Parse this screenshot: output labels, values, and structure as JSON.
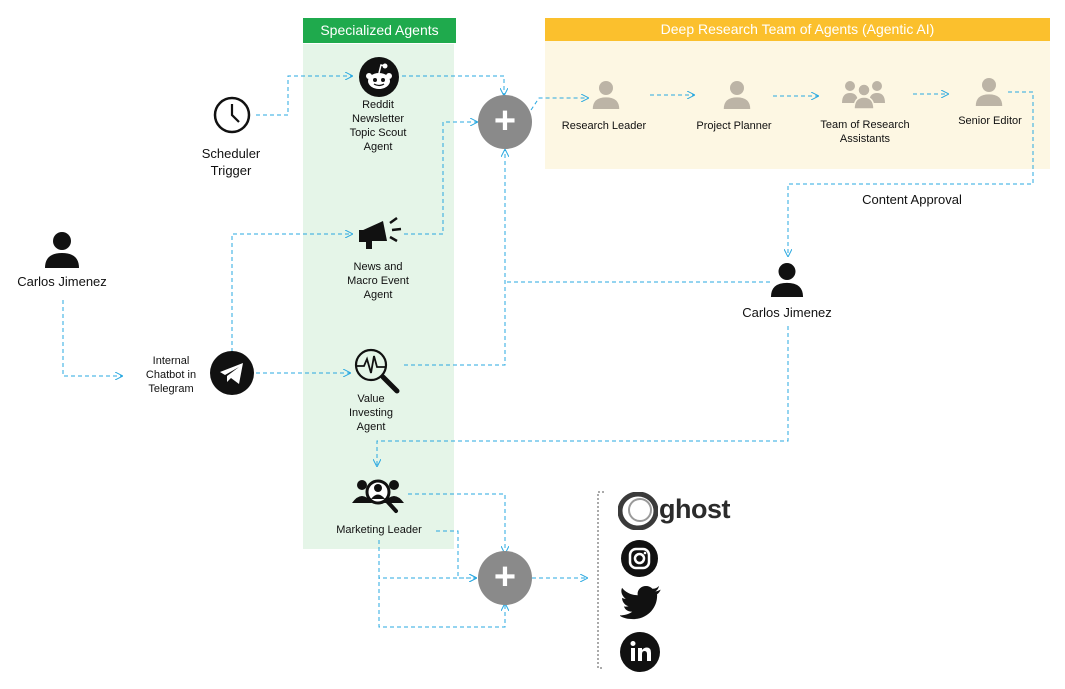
{
  "headers": {
    "specialized_agents": "Specialized Agents",
    "deep_research": "Deep Research Team of Agents (Agentic AI)"
  },
  "nodes": {
    "scheduler": "Scheduler\nTrigger",
    "reddit_agent": "Reddit\nNewsletter\nTopic Scout\nAgent",
    "news_agent": "News and\nMacro Event\nAgent",
    "value_agent": "Value\nInvesting\nAgent",
    "marketing_leader": "Marketing Leader",
    "carlos_left": "Carlos Jimenez",
    "carlos_right": "Carlos Jimenez",
    "telegram": "Internal\nChatbot in\nTelegram",
    "research_leader": "Research Leader",
    "project_planner": "Project Planner",
    "research_assistants": "Team of Research\nAssistants",
    "senior_editor": "Senior Editor",
    "content_approval": "Content Approval",
    "ghost": "ghost"
  },
  "icons": [
    "clock-icon",
    "reddit-icon",
    "megaphone-icon",
    "pulse-search-icon",
    "team-search-icon",
    "person-icon",
    "telegram-icon",
    "plus-icon",
    "ghost-icon",
    "instagram-icon",
    "twitter-icon",
    "linkedin-icon"
  ],
  "colors": {
    "green_header": "#1faa4d",
    "yellow_header": "#fbc02d",
    "connector": "#29a8e0",
    "gray_person": "#bcb4a6"
  }
}
